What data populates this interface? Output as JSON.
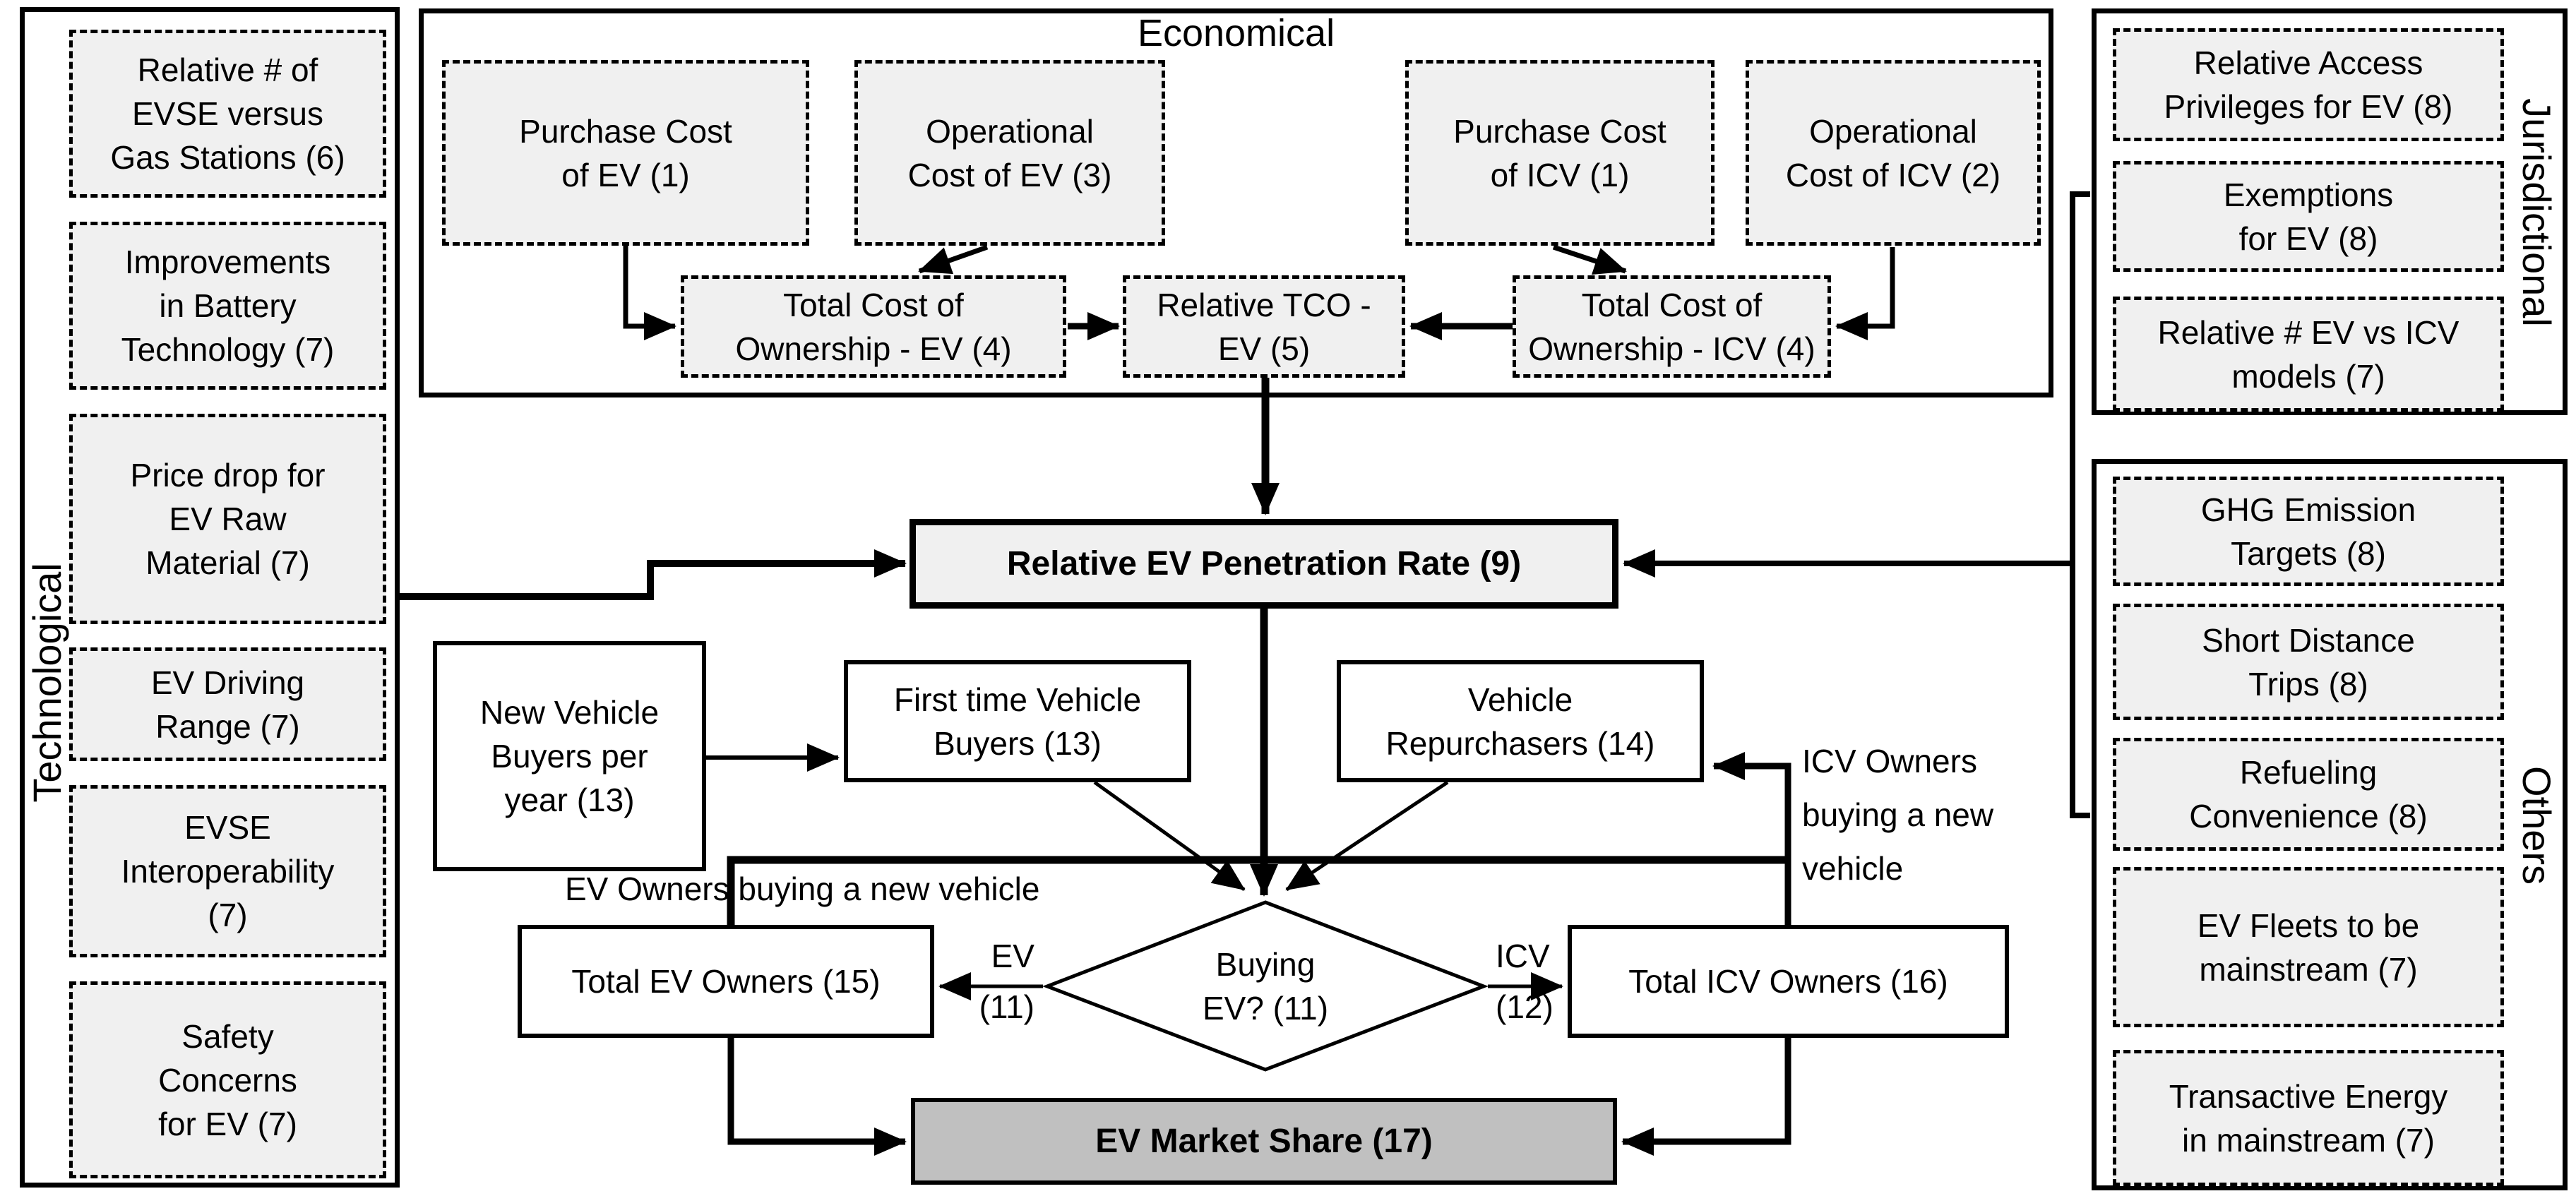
{
  "groups": {
    "technological": {
      "title": "Technological",
      "items": [
        "Relative # of\nEVSE versus\nGas Stations (6)",
        "Improvements\nin Battery\nTechnology (7)",
        "Price drop for\nEV Raw\nMaterial (7)",
        "EV Driving\nRange (7)",
        "EVSE\nInteroperability\n(7)",
        "Safety\nConcerns\nfor EV (7)"
      ]
    },
    "economical": {
      "title": "Economical"
    },
    "jurisdictional": {
      "title": "Jurisdictional",
      "items": [
        "Relative Access\nPrivileges for EV (8)",
        "Exemptions\nfor EV (8)",
        "Relative # EV vs ICV\nmodels (7)"
      ]
    },
    "others": {
      "title": "Others",
      "items": [
        "GHG Emission\nTargets (8)",
        "Short Distance\nTrips (8)",
        "Refueling\nConvenience (8)",
        "EV Fleets to be\nmainstream (7)",
        "Transactive Energy\nin mainstream (7)"
      ]
    }
  },
  "nodes": {
    "purchase_cost_ev": {
      "label": "Purchase Cost\nof EV (1)"
    },
    "operational_cost_ev": {
      "label": "Operational\nCost of EV (3)"
    },
    "purchase_cost_icv": {
      "label": "Purchase Cost\nof ICV (1)"
    },
    "operational_cost_icv": {
      "label": "Operational\nCost of ICV (2)"
    },
    "tco_ev": {
      "label": "Total Cost of\nOwnership - EV (4)"
    },
    "relative_tco_ev": {
      "label": "Relative TCO -\nEV (5)"
    },
    "tco_icv": {
      "label": "Total Cost of\nOwnership - ICV (4)"
    },
    "penetration_rate": {
      "label": "Relative EV Penetration Rate (9)"
    },
    "new_vehicle_buyers": {
      "label": "New Vehicle\nBuyers per\nyear (13)"
    },
    "first_time_buyers": {
      "label": "First time Vehicle\nBuyers (13)"
    },
    "vehicle_repurchasers": {
      "label": "Vehicle\nRepurchasers (14)"
    },
    "buying_ev_decision": {
      "label": "Buying\nEV? (11)"
    },
    "total_ev_owners": {
      "label": "Total EV Owners (15)"
    },
    "total_icv_owners": {
      "label": "Total ICV Owners (16)"
    },
    "ev_market_share": {
      "label": "EV Market Share (17)"
    }
  },
  "edge_labels": {
    "ev_branch": "EV\n(11)",
    "icv_branch": "ICV\n(12)",
    "ev_owners_loop": "EV Owners buying a new vehicle",
    "icv_owners_loop": "ICV Owners\nbuying a new\nvehicle"
  },
  "colors": {
    "factor_fill": "#f0f0f0",
    "penetration_fill": "#f0f0f0",
    "market_share_fill": "#c0c0c0",
    "stroke": "#000000",
    "background": "#ffffff"
  }
}
